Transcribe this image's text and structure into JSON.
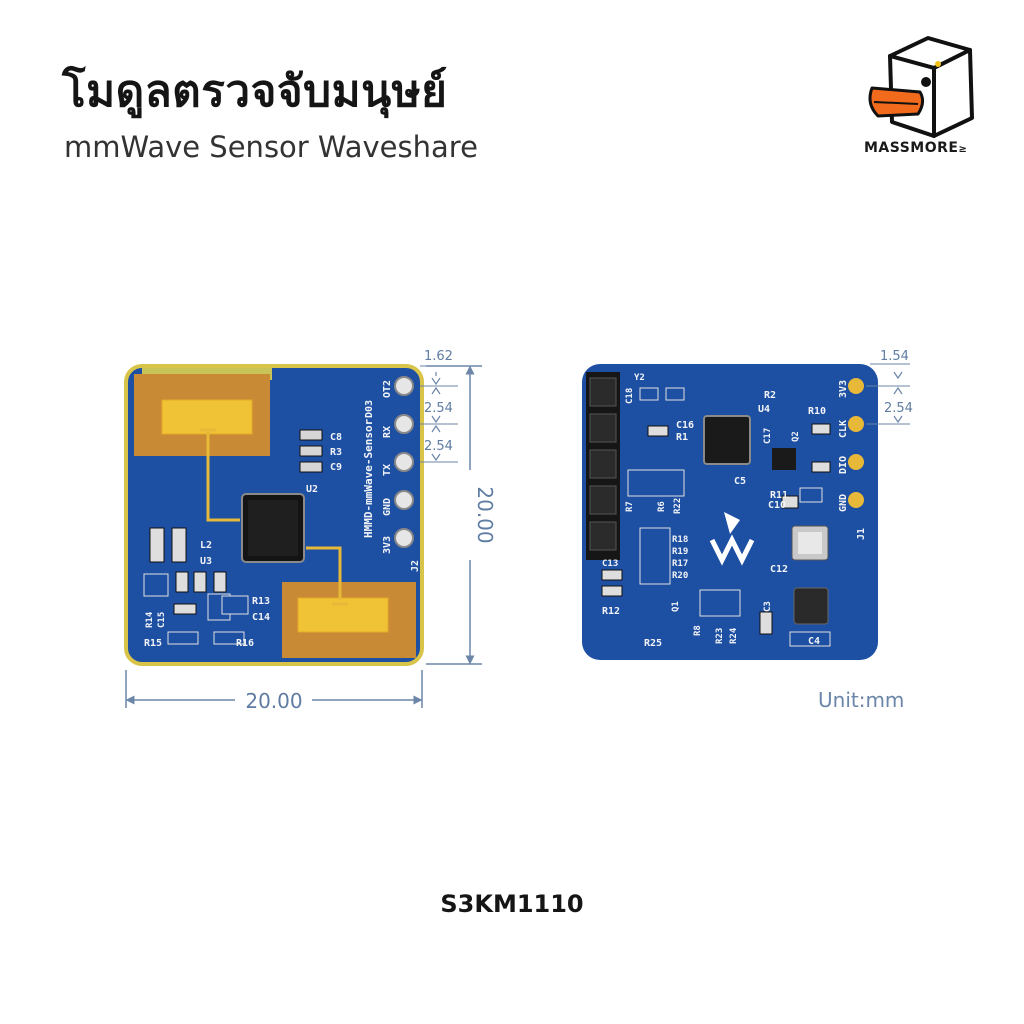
{
  "header": {
    "title": "โมดูลตรวจจับมนุษย์",
    "subtitle": "mmWave Sensor Waveshare"
  },
  "brand": {
    "name": "MASSMORE",
    "accent_color": "#f26a1b",
    "icon": "duck-box-logo-icon"
  },
  "dimensions": {
    "front_width": "20.00",
    "front_height": "20.00",
    "front_top_offset": "1.62",
    "front_pitch_1": "2.54",
    "front_pitch_2": "2.54",
    "back_top_offset": "1.54",
    "back_pitch": "2.54",
    "unit_label": "Unit:mm"
  },
  "footer": {
    "model": "S3KM1110"
  },
  "colors": {
    "pcb_blue": "#1d4fa3",
    "copper": "#c98a35",
    "gold_pad": "#e8b838",
    "dimension_line": "#6b86a8"
  },
  "boards": {
    "front_silkscreen": [
      "HMMD-mmWave-Sensor",
      "3V3",
      "GND",
      "TX",
      "RX",
      "OT2",
      "J2",
      "U2",
      "U3",
      "L2",
      "C8",
      "R3",
      "C9",
      "R13",
      "C14",
      "R14",
      "C15",
      "R15",
      "R16",
      "D03"
    ],
    "back_silkscreen": [
      "3V3",
      "CLK",
      "DIO",
      "GND",
      "J1",
      "U4",
      "Q2",
      "R10",
      "C17",
      "C10",
      "C12",
      "C3",
      "C4",
      "C13",
      "R12",
      "R25",
      "Q1",
      "R8",
      "R23",
      "R24",
      "R18",
      "R19",
      "R17",
      "R20",
      "R6",
      "R22",
      "R7",
      "R2",
      "R1",
      "C16",
      "C18",
      "Y2"
    ]
  }
}
